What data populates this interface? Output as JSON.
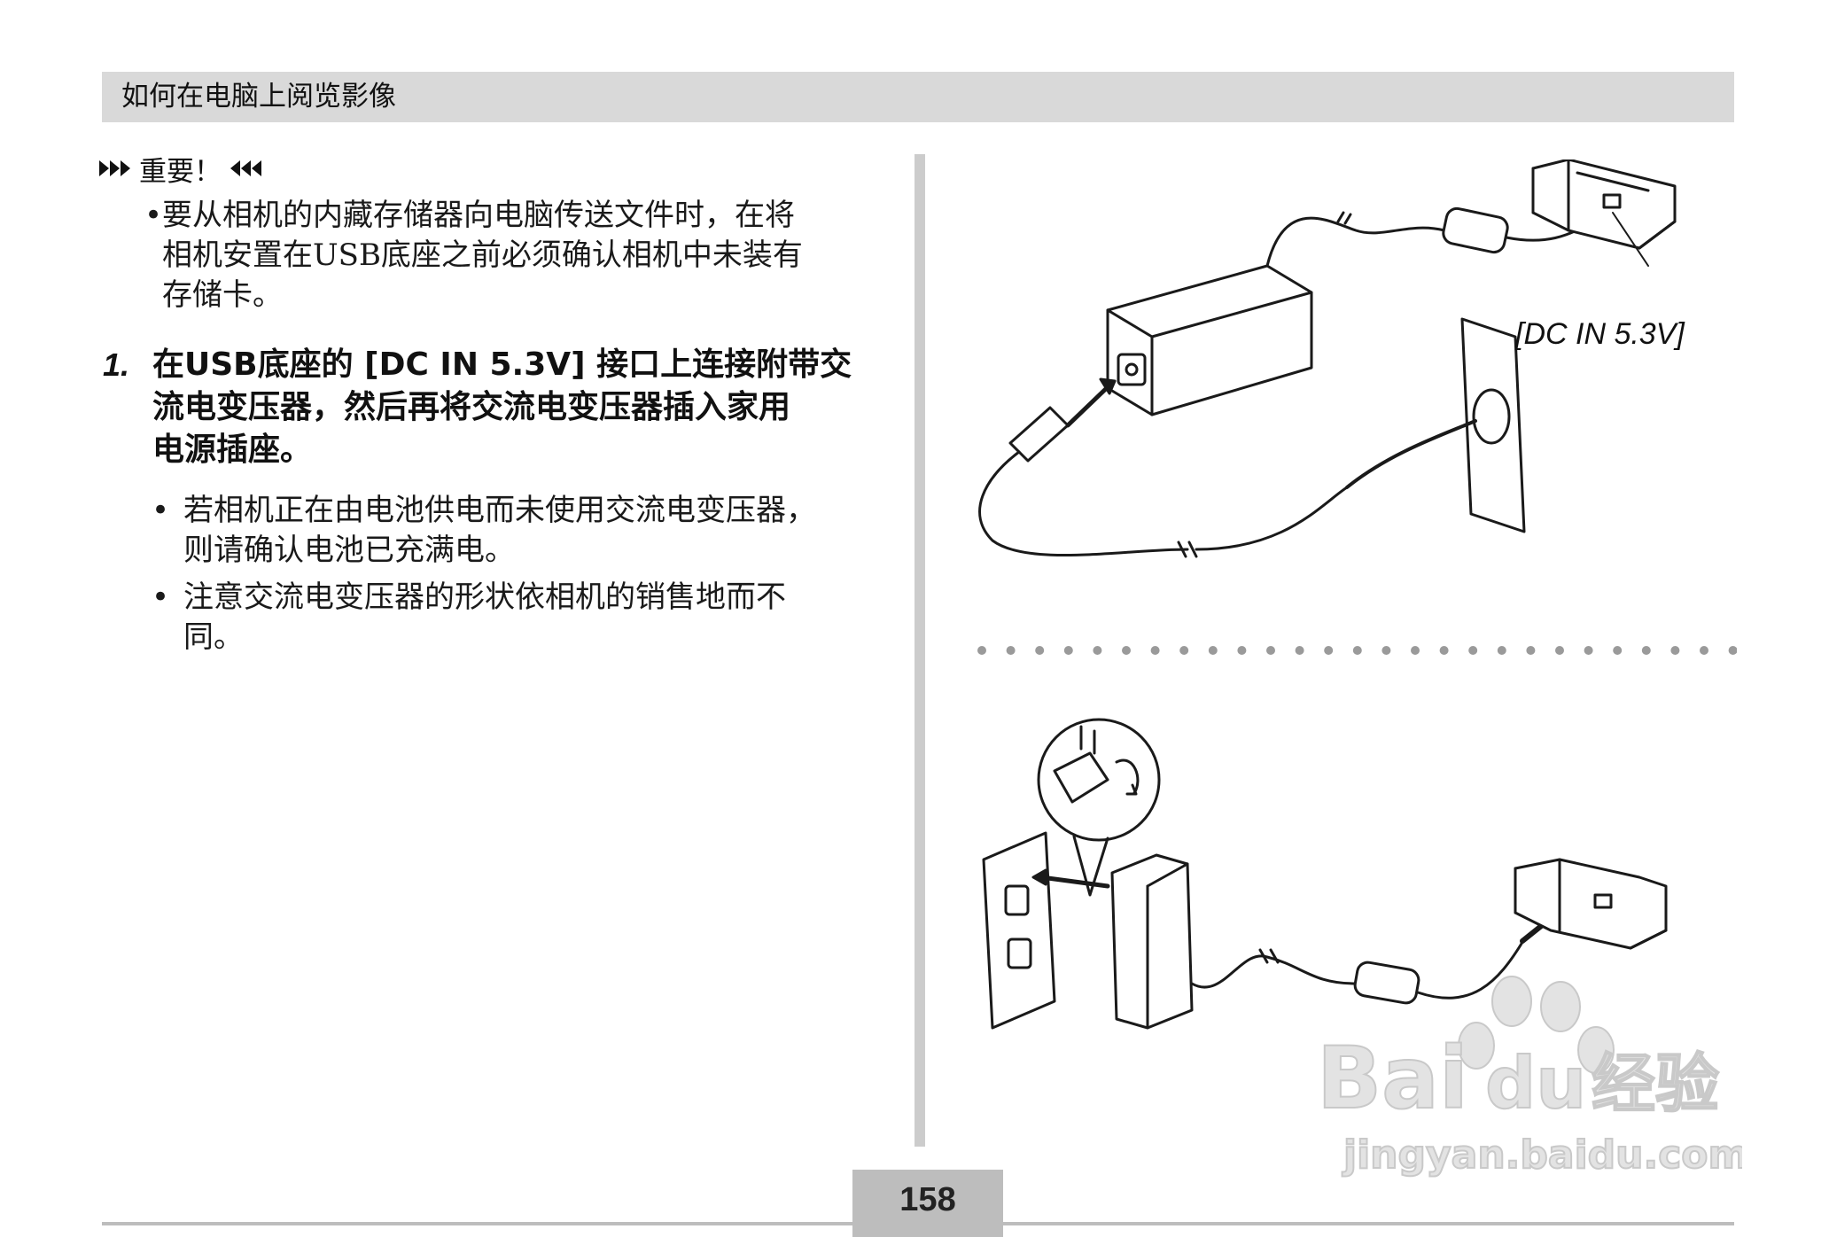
{
  "header": {
    "title": "如何在电脑上阅览影像"
  },
  "important": {
    "label": "重要！",
    "bullet": "•",
    "note_lines": [
      "要从相机的内藏存储器向电脑传送文件时，在将",
      "相机安置在USB底座之前必须确认相机中未装有",
      "存储卡。"
    ]
  },
  "step1": {
    "number": "1.",
    "lines": [
      "在USB底座的 [DC IN 5.3V] 接口上连接附带交",
      "流电变压器，然后再将交流电变压器插入家用",
      "电源插座。"
    ],
    "bullets": [
      {
        "marker": "•",
        "lines": [
          "若相机正在由电池供电而未使用交流电变压器，",
          "则请确认电池已充满电。"
        ]
      },
      {
        "marker": "•",
        "lines": [
          "注意交流电变压器的形状依相机的销售地而不",
          "同。"
        ]
      }
    ]
  },
  "figure": {
    "label": "[DC IN 5.3V]"
  },
  "footer": {
    "page_number": "158"
  },
  "watermark": {
    "brand": "Bai",
    "brand2": "du",
    "service": "经验",
    "url": "jingyan.baidu.com"
  }
}
